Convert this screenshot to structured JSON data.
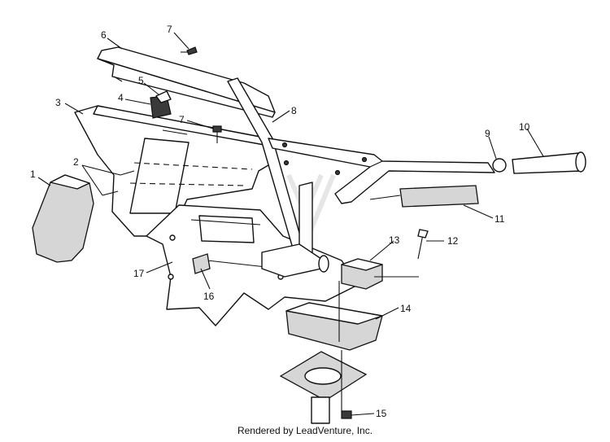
{
  "callouts": [
    "1",
    "2",
    "3",
    "4",
    "5",
    "6",
    "7",
    "7",
    "8",
    "9",
    "10",
    "11",
    "12",
    "13",
    "14",
    "15",
    "16",
    "17"
  ],
  "footer": "Rendered by LeadVenture, Inc."
}
